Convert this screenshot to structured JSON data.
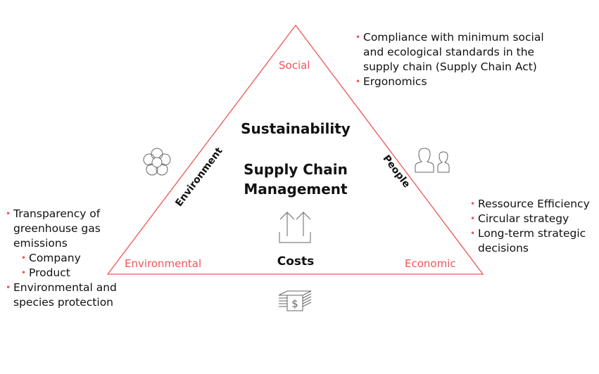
{
  "triangle": {
    "color": "#f0545a",
    "corners": {
      "top": "Social",
      "left": "Environmental",
      "right": "Economic"
    }
  },
  "center": {
    "title": "Sustainability",
    "subtitle": "Supply Chain Management",
    "bottom": "Costs"
  },
  "sides": {
    "left": "Environment",
    "right": "People"
  },
  "icons": [
    "flower-icon",
    "people-icon",
    "arrows-up-icon",
    "money-stack-icon"
  ],
  "lists": {
    "social": [
      "Compliance with minimum social and ecological standards in the supply chain (Supply Chain Act)",
      "Ergonomics"
    ],
    "economic": [
      "Ressource Efficiency",
      "Circular strategy",
      "Long-term strategic decisions"
    ],
    "environmental": {
      "item1": "Transparency of greenhouse gas emissions",
      "sub": [
        "Company",
        "Product"
      ],
      "item2": "Environmental and species protection"
    }
  }
}
